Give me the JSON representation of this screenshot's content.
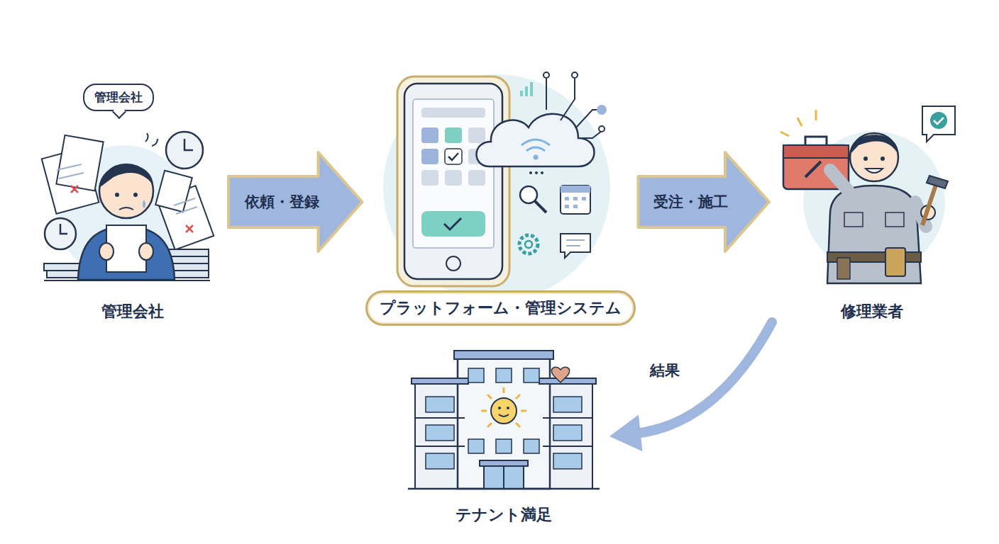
{
  "diagram": {
    "nodes": [
      {
        "text": [
          "管理会社"
        ]
      },
      {
        "text": [
          "管理会社"
        ],
        "in": 0
      },
      {
        "text": [
          "プラットフォーム・管理システム"
        ]
      },
      {
        "text": [
          "修理業者"
        ]
      },
      {
        "text": [
          "テナント満足"
        ]
      }
    ],
    "edges": [
      {
        "from": 0,
        "to": 2,
        "label": "依頼・登録",
        "arrow": "to"
      },
      {
        "from": 2,
        "to": 3,
        "label": "受注・施工",
        "arrow": "to"
      },
      {
        "from": 3,
        "to": 4,
        "label": "結果",
        "arrow": "to"
      }
    ]
  }
}
